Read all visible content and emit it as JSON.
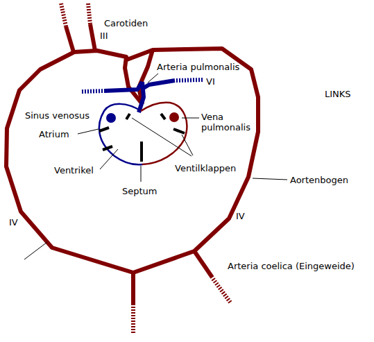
{
  "diagram": {
    "labels": [
      "Carotiden",
      "III",
      "Arteria pulmonalis",
      "VI",
      "LINKS",
      "Sinus venosus",
      "Vena pulmonalis",
      "Atrium",
      "Ventrikel",
      "Ventilklappen",
      "Septum",
      "Aortenbogen",
      "IV",
      "IV",
      "Arteria coelica (Eingeweide)"
    ]
  }
}
